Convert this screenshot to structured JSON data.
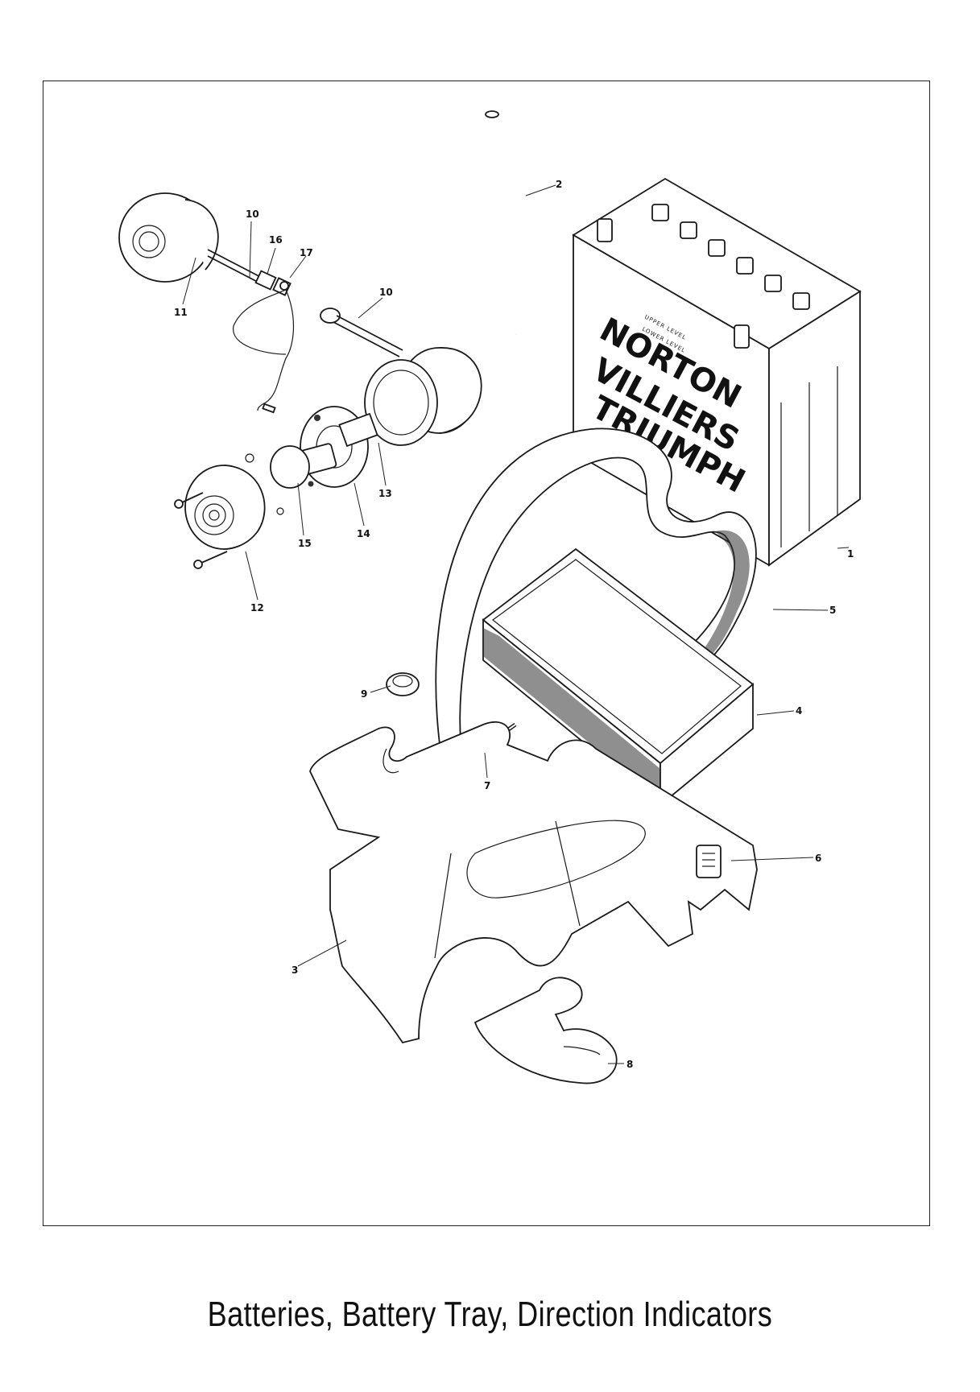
{
  "caption": "Batteries, Battery Tray, Direction Indicators",
  "battery": {
    "brand_lines": [
      "NORTON",
      "VILLIERS",
      "TRIUMPH"
    ],
    "level_marks": [
      "UPPER LEVEL",
      "LOWER LEVEL"
    ]
  },
  "callouts": {
    "p1": "1",
    "p2": "2",
    "p3": "3",
    "p4": "4",
    "p5": "5",
    "p6": "6",
    "p7": "7",
    "p8": "8",
    "p9": "9",
    "p10a": "10",
    "p10b": "10",
    "p11": "11",
    "p12": "12",
    "p13": "13",
    "p14": "14",
    "p15": "15",
    "p16": "16",
    "p17": "17"
  }
}
